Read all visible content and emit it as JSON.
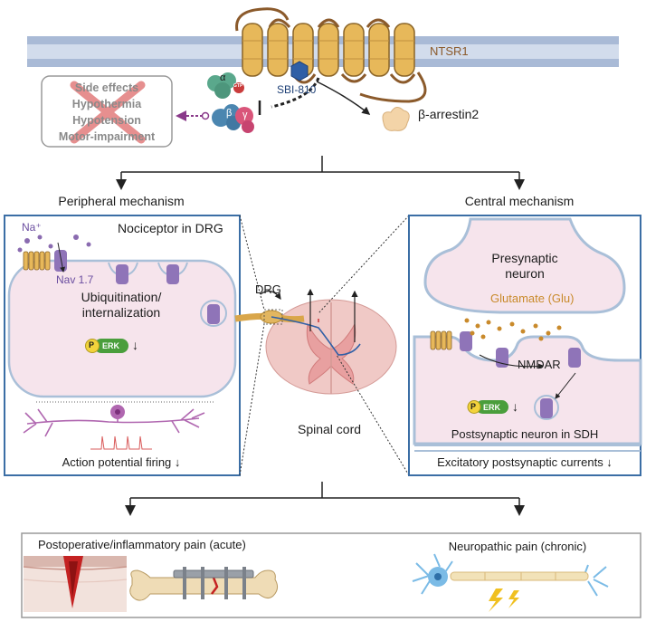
{
  "receptor": {
    "name": "NTSR1",
    "ligand": "SBI-810",
    "gq_alpha": "α",
    "gtp": "GTP",
    "g_beta": "β",
    "g_gamma": "γ",
    "arrestin": "β-arrestin2"
  },
  "side_effects": {
    "items": [
      "Side effects",
      "Hypothermia",
      "Hypotension",
      "Motor-impairment"
    ]
  },
  "peripheral": {
    "heading": "Peripheral mechanism",
    "cell_title": "Nociceptor in DRG",
    "ion": "Na⁺",
    "channel": "Nav 1.7",
    "process": [
      "Ubiquitination/",
      "internalization"
    ],
    "p_badge": "P",
    "erk": "ERK",
    "down_arrow": "↓",
    "firing": "Action potential firing ↓"
  },
  "center": {
    "drg": "DRG",
    "spinal_cord": "Spinal cord"
  },
  "central": {
    "heading": "Central mechanism",
    "presynaptic": [
      "Presynaptic",
      "neuron"
    ],
    "glutamate": "Glutamate (Glu)",
    "nmdar": "NMDAR",
    "p_badge": "P",
    "erk": "ERK",
    "down_arrow": "↓",
    "postsynaptic": "Postsynaptic neuron in SDH",
    "currents": "Excitatory postsynaptic currents ↓"
  },
  "outcomes": {
    "acute": "Postoperative/inflammatory pain (acute)",
    "chronic": "Neuropathic pain (chronic)"
  },
  "colors": {
    "membrane": "#aebfd8",
    "receptor": "#e7b85a",
    "receptor_stroke": "#8a6428",
    "loop": "#8b5a2b",
    "panel_border": "#3b6ea5",
    "cell_fill": "#f6e4ec",
    "channel": "#8f74b8",
    "erk_green": "#4a9e3c",
    "p_yellow": "#f2d33c",
    "side_effect_x": "#d9534f",
    "glutamate": "#c98a2b"
  }
}
